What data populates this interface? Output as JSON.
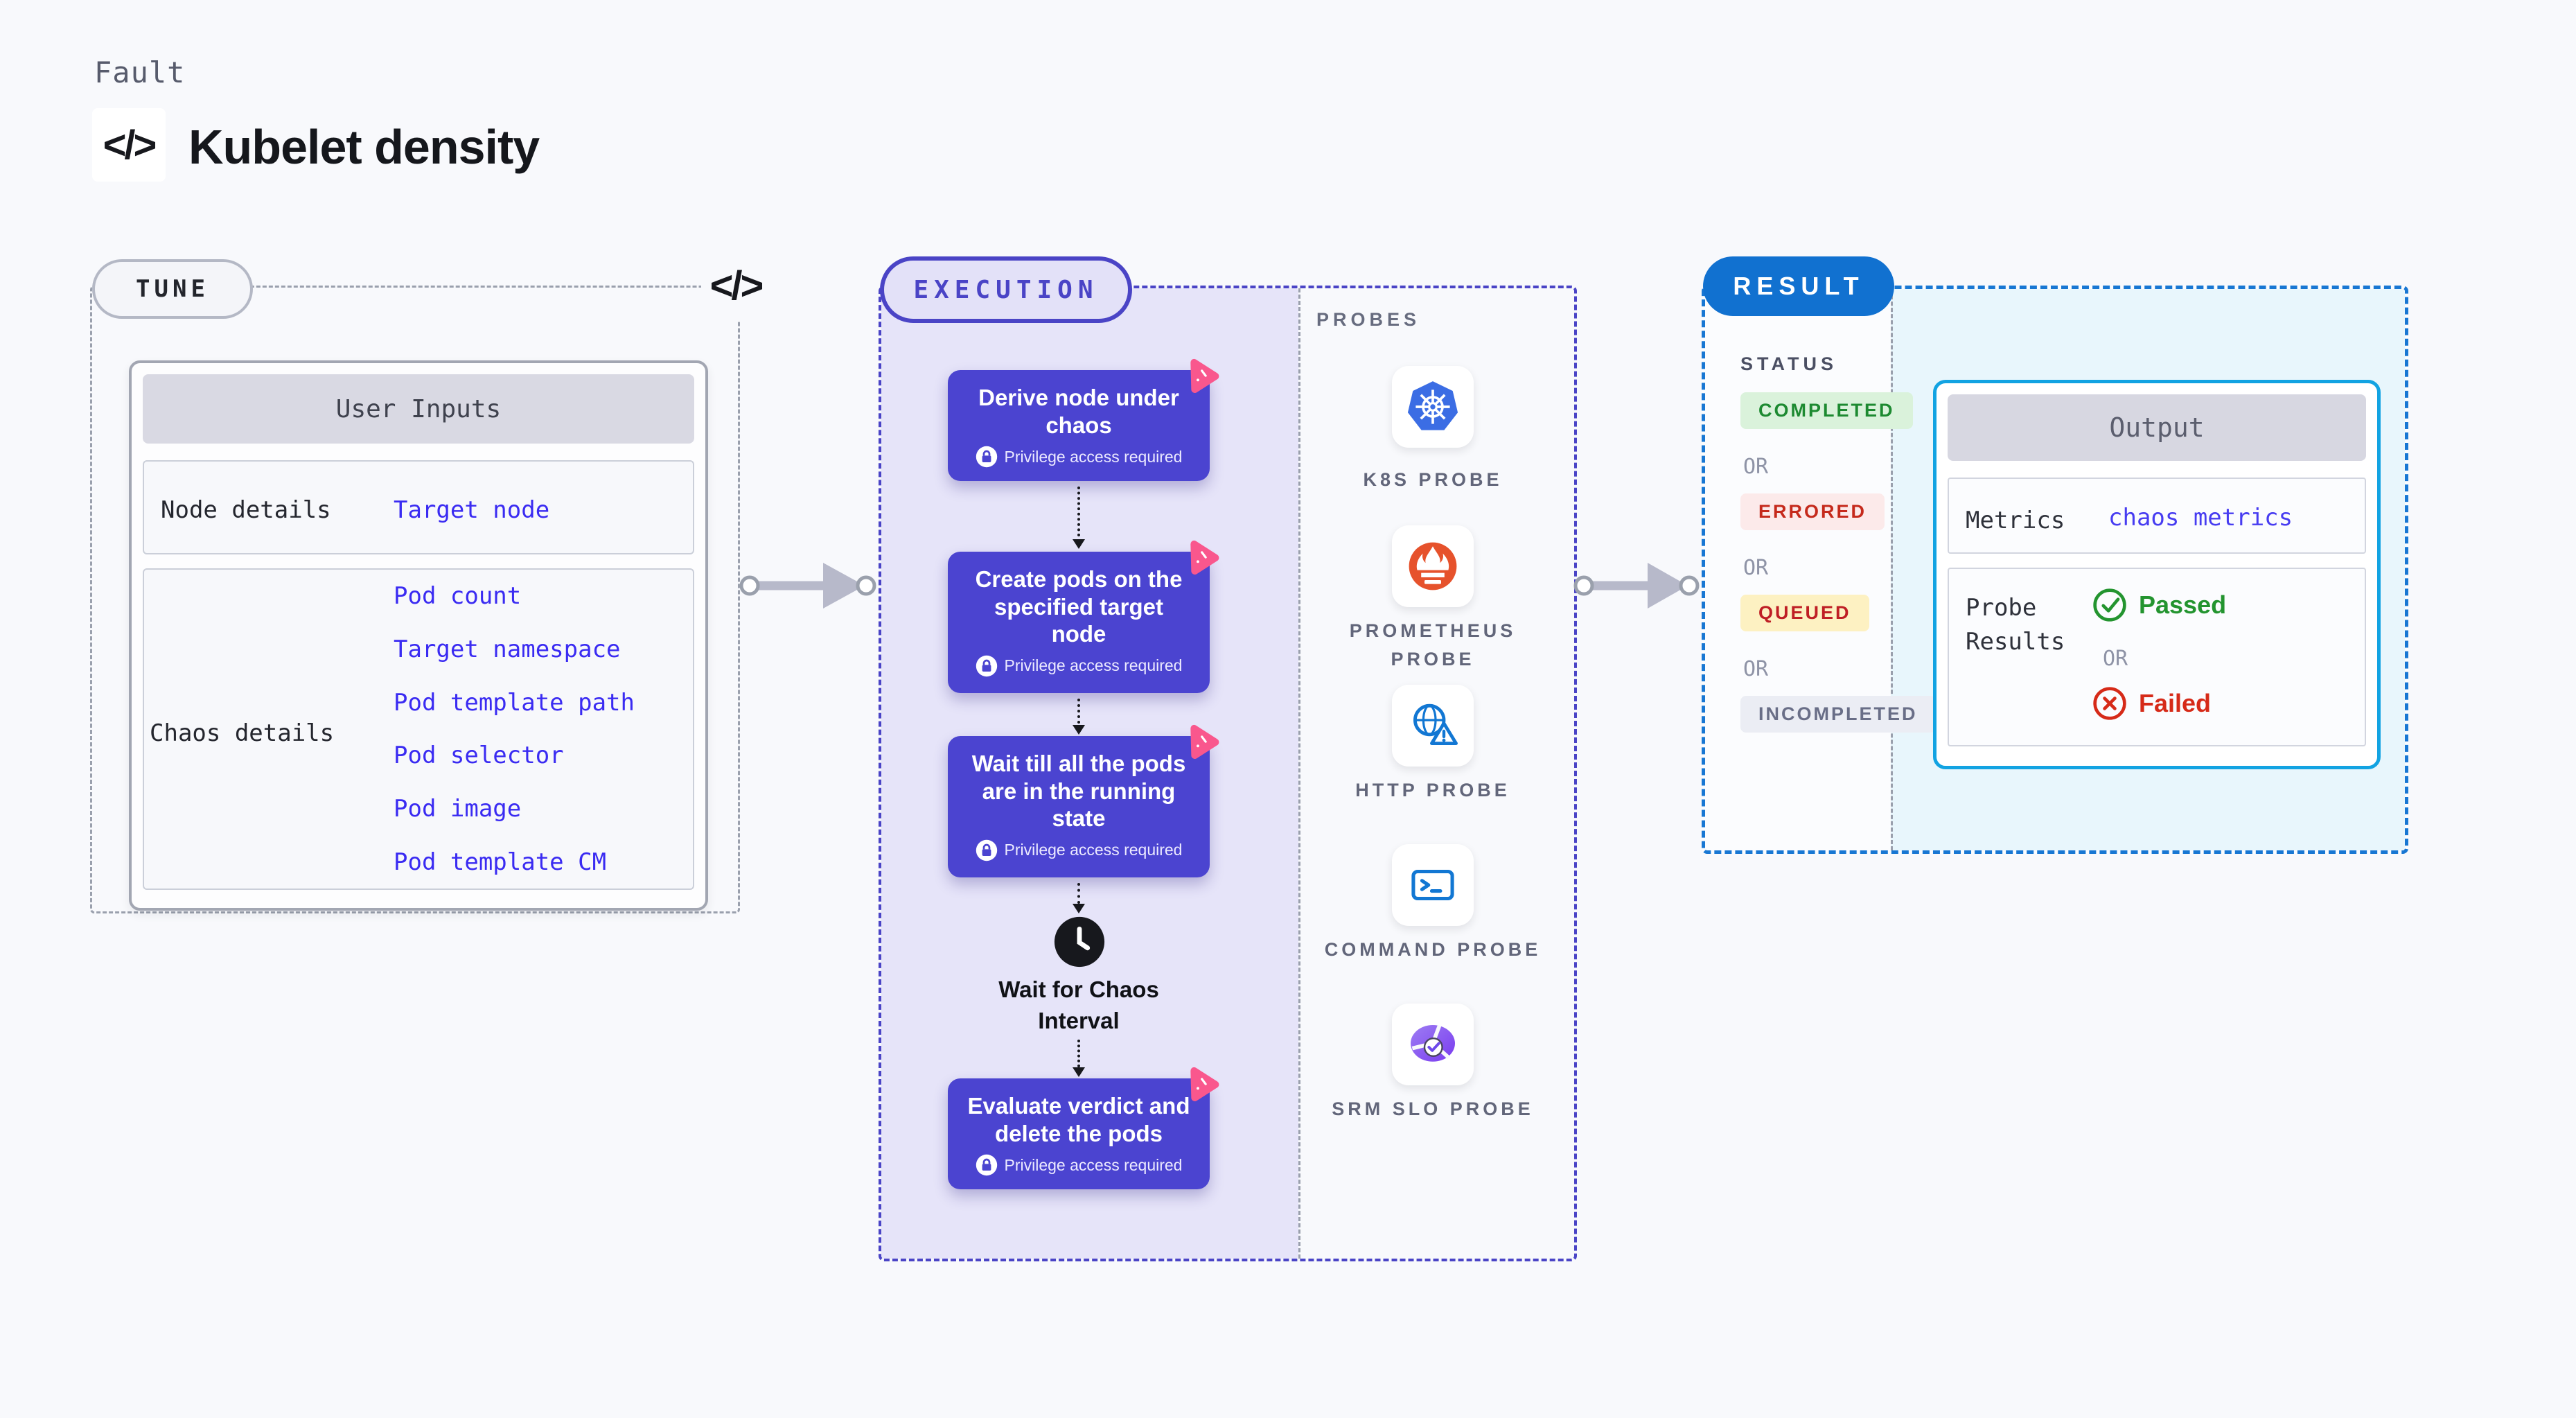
{
  "header": {
    "eyebrow": "Fault",
    "title": "Kubelet density",
    "code_icon": "</>"
  },
  "tune": {
    "badge": "TUNE",
    "corner_icon": "</>",
    "table": {
      "header": "User Inputs",
      "node_row": {
        "label": "Node details",
        "link": "Target node"
      },
      "chaos_row": {
        "label": "Chaos details",
        "links": [
          "Pod count",
          "Target namespace",
          "Pod template path",
          "Pod selector",
          "Pod image",
          "Pod template CM"
        ]
      }
    }
  },
  "execution": {
    "badge": "EXECUTION",
    "privilege_note": "Privilege access required",
    "steps": [
      "Derive node under chaos",
      "Create pods on the specified target node",
      "Wait till all the pods are in the running state",
      "Evaluate verdict and delete the pods"
    ],
    "wait_label": "Wait for Chaos Interval"
  },
  "probes": {
    "label": "PROBES",
    "items": [
      "K8S PROBE",
      "PROMETHEUS PROBE",
      "HTTP PROBE",
      "COMMAND PROBE",
      "SRM SLO PROBE"
    ]
  },
  "result": {
    "badge": "RESULT",
    "status_label": "STATUS",
    "or_label": "OR",
    "statuses": [
      {
        "label": "COMPLETED",
        "type": "completed"
      },
      {
        "label": "ERRORED",
        "type": "errored"
      },
      {
        "label": "QUEUED",
        "type": "queued"
      },
      {
        "label": "INCOMPLETED",
        "type": "incompleted"
      }
    ],
    "output": {
      "header": "Output",
      "metrics_label": "Metrics",
      "metrics_link": "chaos metrics",
      "probe_results_label": "Probe Results",
      "passed": "Passed",
      "failed": "Failed"
    }
  },
  "colors": {
    "indigo_accent": "#4a44c6",
    "step_card": "#4b44d0",
    "lavender_bg": "#e6e4f9",
    "link_blue": "#3a2bf2",
    "result_blue": "#1171d0",
    "output_border": "#12a3e2",
    "cyan_bg": "#e8f6fc",
    "passed_green": "#23942f",
    "failed_red": "#d62a18",
    "queued_yellow_bg": "#fdf1c2",
    "pink_chaos": "#f9578d"
  }
}
